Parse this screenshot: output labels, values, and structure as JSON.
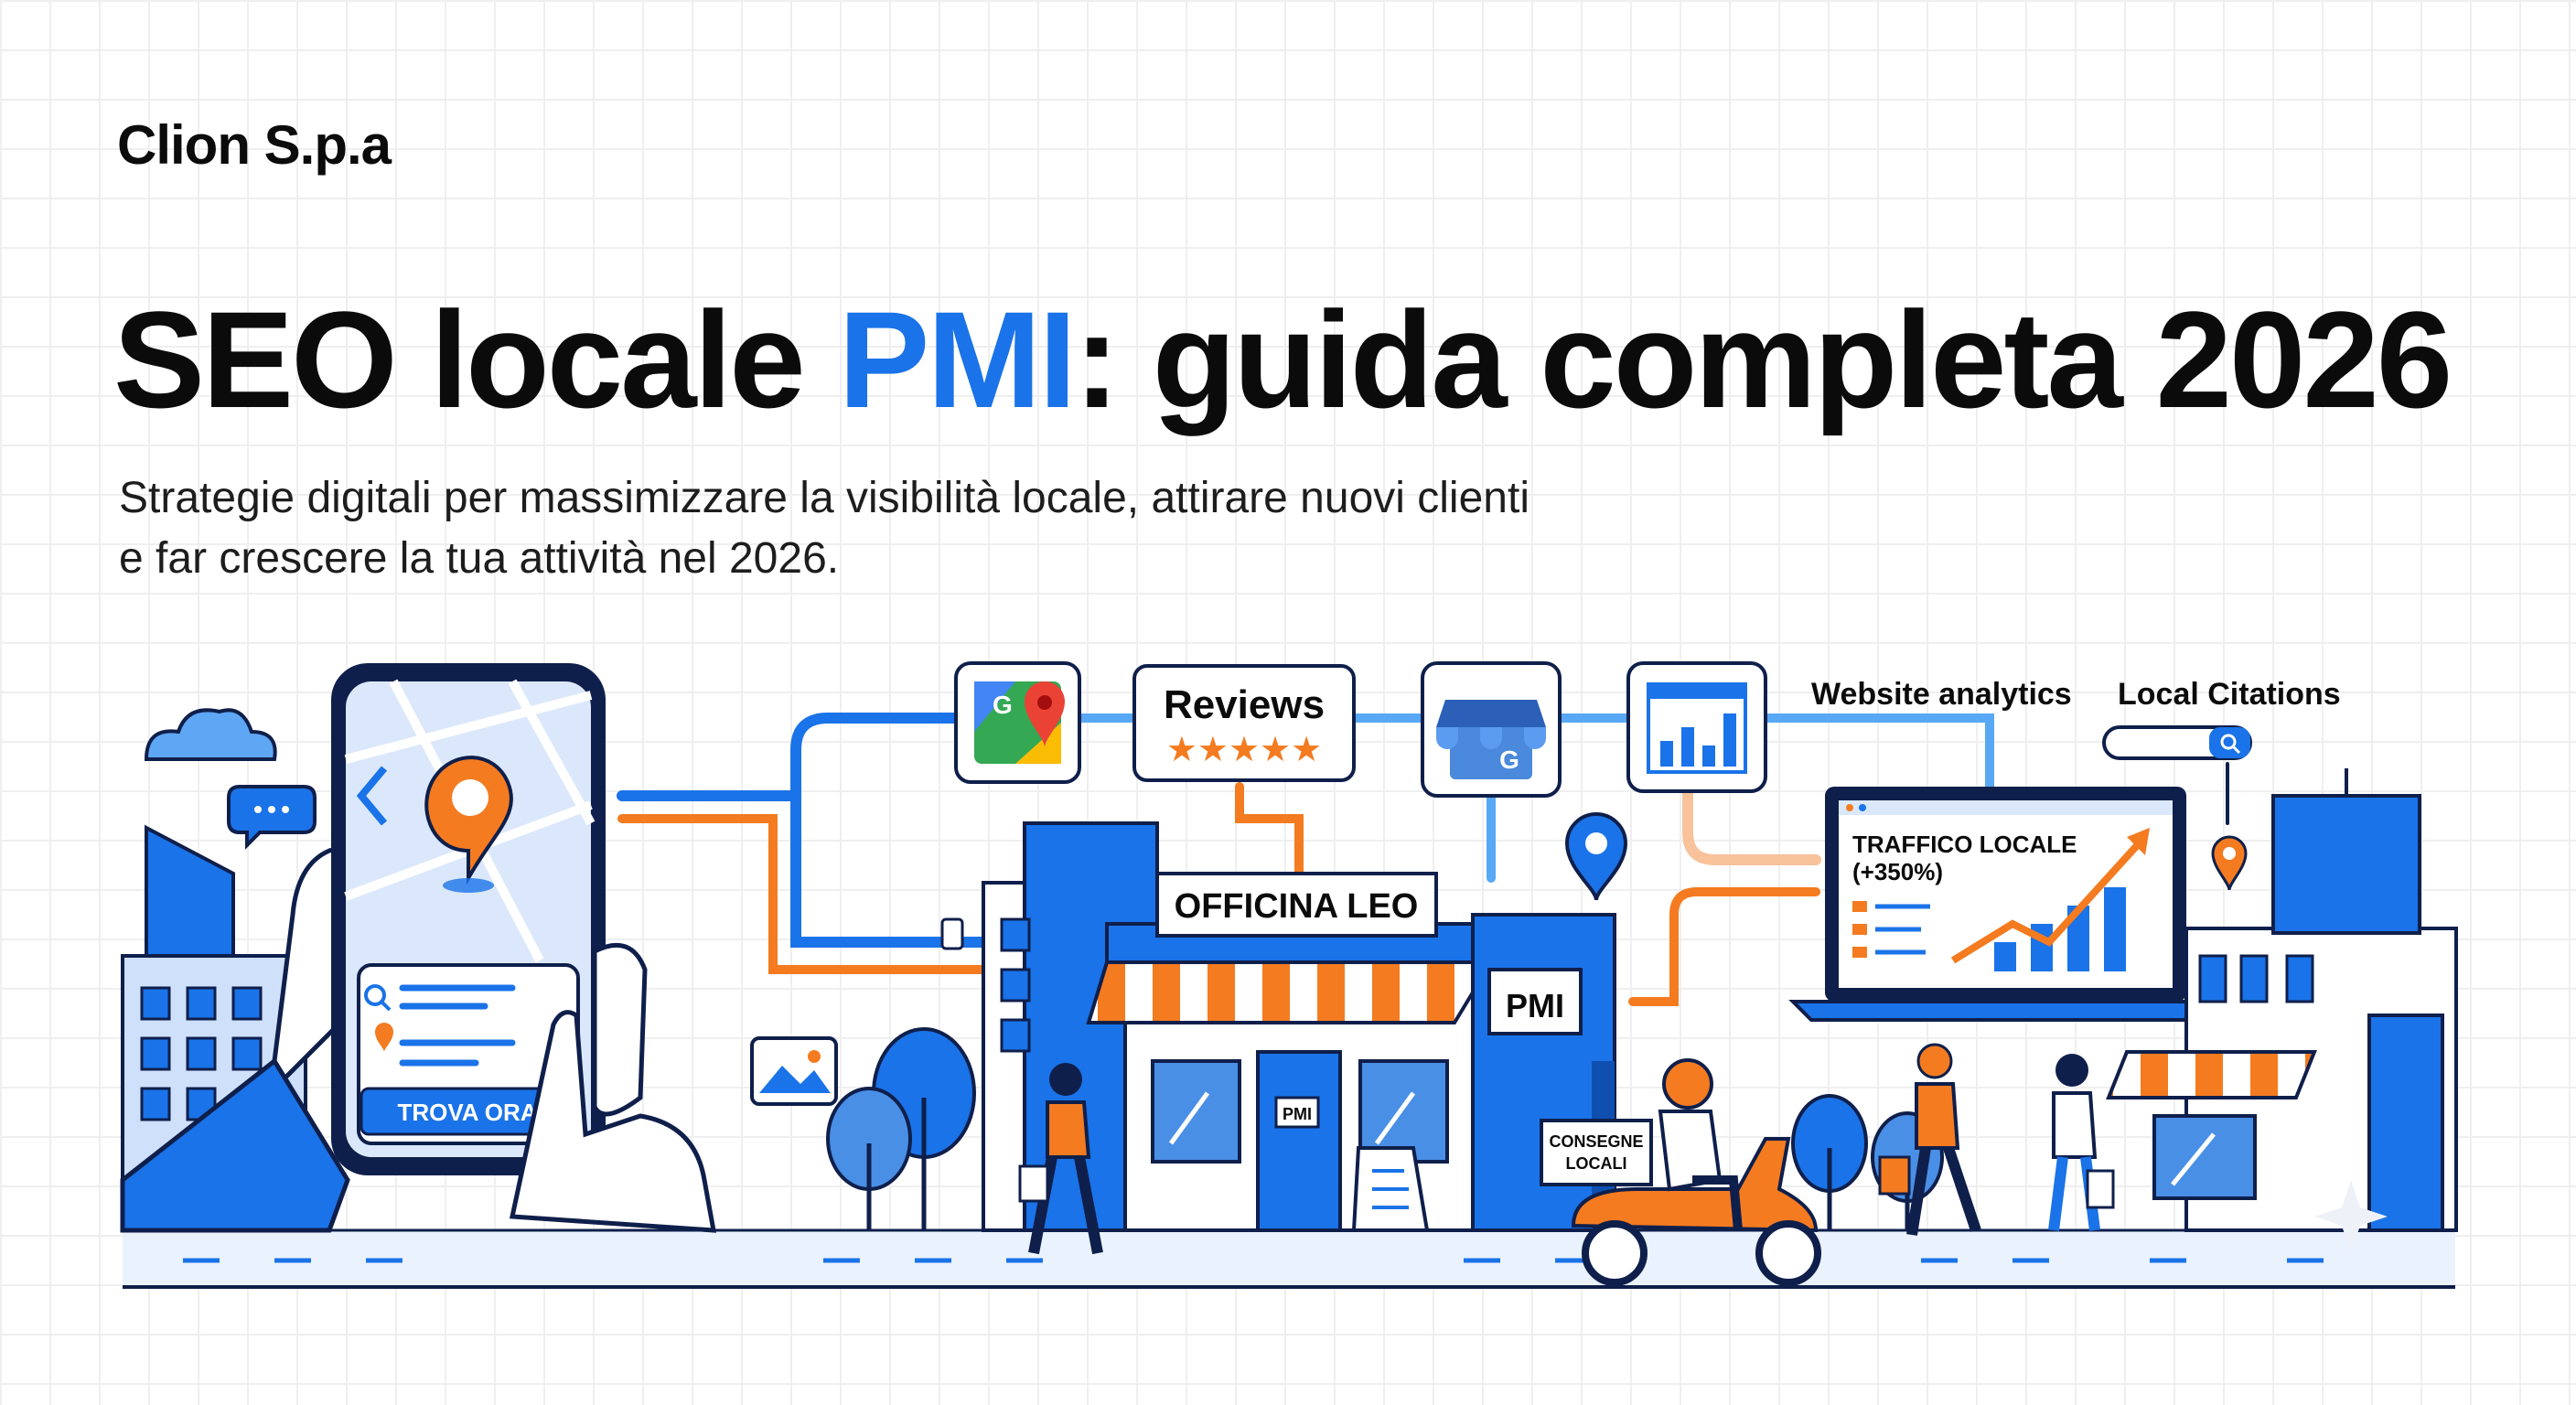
{
  "brand": "Clion S.p.a",
  "title": {
    "before": "SEO locale ",
    "accent": "PMI",
    "after": ": guida completa 2026"
  },
  "subtitle": {
    "line1": "Strategie digitali per massimizzare la visibilità locale, attirare nuovi clienti",
    "line2": "e far crescere la tua attività nel 2026."
  },
  "illustration": {
    "phone_button": "TROVA ORA",
    "reviews_label": "Reviews",
    "reviews_stars": "★★★★★",
    "website_analytics_label": "Website analytics",
    "local_citations_label": "Local Citations",
    "shop_sign": "OFFICINA LEO",
    "building_sign": "PMI",
    "door_sign": "PMI",
    "delivery_sign_line1": "CONSEGNE",
    "delivery_sign_line2": "LOCALI",
    "traffic_title": "TRAFFICO LOCALE",
    "traffic_value": "(+350%)",
    "google_letter": "G"
  },
  "colors": {
    "accent_blue": "#1a73e8",
    "orange": "#f47b20",
    "dark_navy": "#0f1f4b",
    "light_blue": "#d6e6fb"
  },
  "icons": [
    "map-pin-icon",
    "google-maps-icon",
    "google-business-icon",
    "analytics-chart-icon",
    "search-icon",
    "chat-bubble-icon",
    "image-icon",
    "sparkle-icon"
  ]
}
